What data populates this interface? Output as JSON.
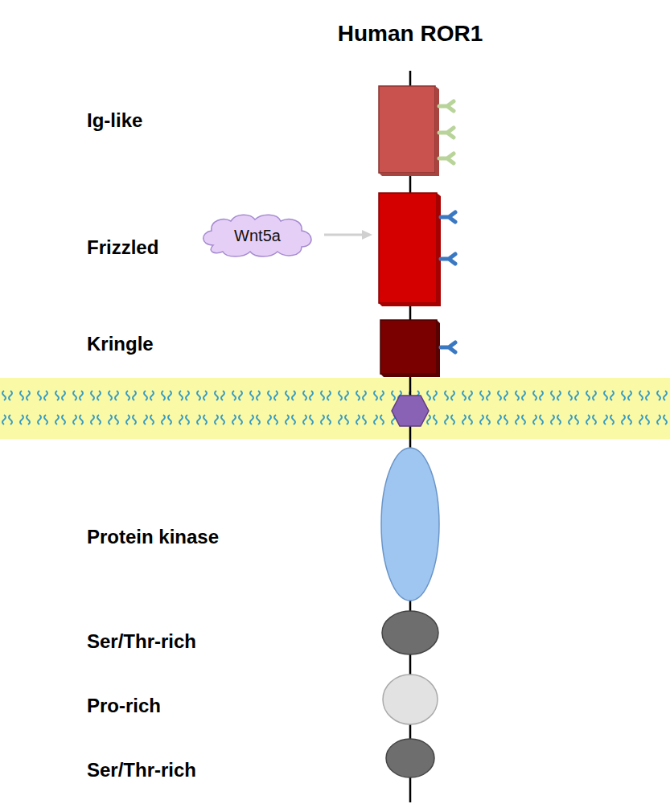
{
  "diagram": {
    "title": "Human ROR1",
    "nodes": [
      {
        "text": [
          "Wnt5a"
        ]
      }
    ],
    "labels": [
      "Ig-like",
      "Frizzled",
      "Kringle",
      "Protein kinase",
      "Ser/Thr-rich",
      "Pro-rich",
      "Ser/Thr-rich"
    ]
  }
}
